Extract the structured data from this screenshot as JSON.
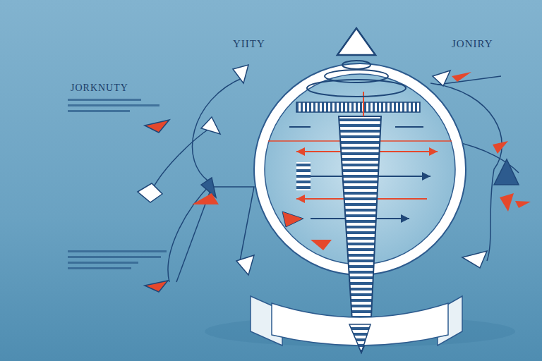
{
  "diagram": {
    "labels": [
      "YIITY",
      "JONIRY",
      "JORKNUTY"
    ]
  }
}
